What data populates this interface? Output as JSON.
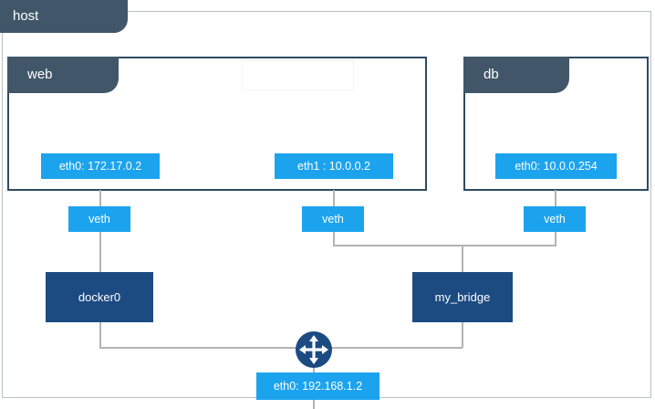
{
  "diagram": {
    "title": "host",
    "colors": {
      "host_frame_border": "#b9bfc6",
      "tab_dark": "#415769",
      "container_border": "#2f4a61",
      "interface_blue": "#1ca3ee",
      "bridge_navy": "#1c4b82",
      "line_gray": "#b3b3b3",
      "background": "#ffffff"
    },
    "host": {
      "label": "host"
    },
    "containers": [
      {
        "id": "web",
        "label": "web"
      },
      {
        "id": "db",
        "label": "db"
      }
    ],
    "interfaces": [
      {
        "id": "web-eth0",
        "label": "eth0: 172.17.0.2",
        "parent": "web"
      },
      {
        "id": "web-eth1",
        "label": "eth1 : 10.0.0.2",
        "parent": "web"
      },
      {
        "id": "db-eth0",
        "label": "eth0: 10.0.0.254",
        "parent": "db"
      },
      {
        "id": "host-eth0",
        "label": "eth0: 192.168.1.2",
        "parent": "host"
      }
    ],
    "veths": [
      {
        "id": "veth-1",
        "label": "veth"
      },
      {
        "id": "veth-2",
        "label": "veth"
      },
      {
        "id": "veth-3",
        "label": "veth"
      }
    ],
    "bridges": [
      {
        "id": "docker0",
        "label": "docker0"
      },
      {
        "id": "my_bridge",
        "label": "my_bridge"
      }
    ],
    "router": {
      "id": "router",
      "icon": "router-icon"
    }
  }
}
